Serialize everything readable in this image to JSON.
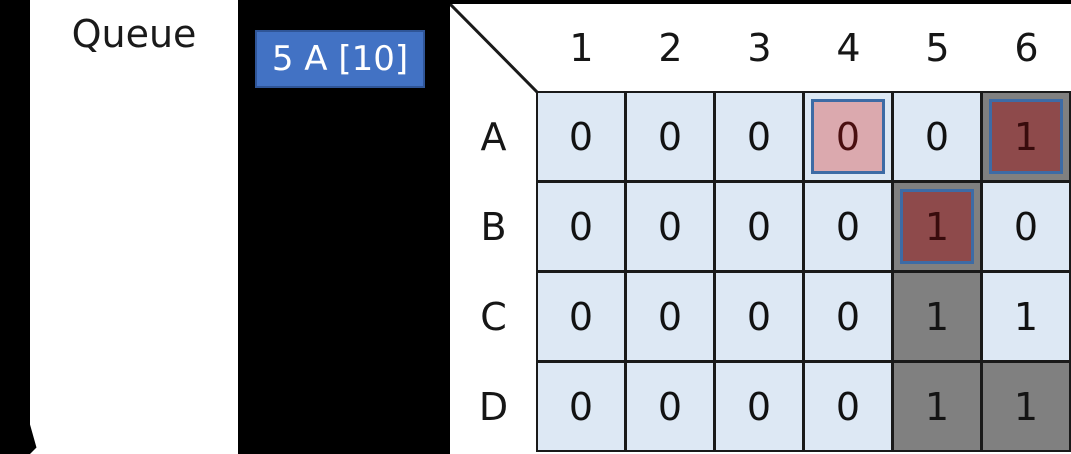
{
  "queue": {
    "title": "Queue",
    "items": [
      {
        "label": "5 A [10]",
        "priority": "5",
        "node": "A",
        "cost": "10"
      }
    ]
  },
  "matrix": {
    "corner_label": "",
    "col_headers": [
      "1",
      "2",
      "3",
      "4",
      "5",
      "6"
    ],
    "row_headers": [
      "A",
      "B",
      "C",
      "D"
    ],
    "rows": [
      {
        "header": "A",
        "cells": [
          {
            "value": "0",
            "state": "default"
          },
          {
            "value": "0",
            "state": "default"
          },
          {
            "value": "0",
            "state": "default"
          },
          {
            "value": "0",
            "state": "frontier"
          },
          {
            "value": "0",
            "state": "default"
          },
          {
            "value": "1",
            "state": "wall-selected"
          }
        ]
      },
      {
        "header": "B",
        "cells": [
          {
            "value": "0",
            "state": "default"
          },
          {
            "value": "0",
            "state": "default"
          },
          {
            "value": "0",
            "state": "default"
          },
          {
            "value": "0",
            "state": "default"
          },
          {
            "value": "1",
            "state": "wall-selected"
          },
          {
            "value": "0",
            "state": "default"
          }
        ]
      },
      {
        "header": "C",
        "cells": [
          {
            "value": "0",
            "state": "default"
          },
          {
            "value": "0",
            "state": "default"
          },
          {
            "value": "0",
            "state": "default"
          },
          {
            "value": "0",
            "state": "default"
          },
          {
            "value": "1",
            "state": "visited"
          },
          {
            "value": "1",
            "state": "default"
          }
        ]
      },
      {
        "header": "D",
        "cells": [
          {
            "value": "0",
            "state": "default"
          },
          {
            "value": "0",
            "state": "default"
          },
          {
            "value": "0",
            "state": "default"
          },
          {
            "value": "0",
            "state": "default"
          },
          {
            "value": "1",
            "state": "visited"
          },
          {
            "value": "1",
            "state": "visited"
          }
        ]
      }
    ]
  },
  "colors": {
    "background": "#000000",
    "panel": "#ffffff",
    "queue_badge": "#4272c4",
    "queue_badge_border": "#2f5597",
    "cell_default": "#dde8f4",
    "cell_visited_gray": "#808080",
    "marker_pink": "#dba9ae",
    "marker_maroon": "#8e4a4b",
    "marker_border": "#3d6ba5",
    "grid_line": "#1a1a1a"
  }
}
